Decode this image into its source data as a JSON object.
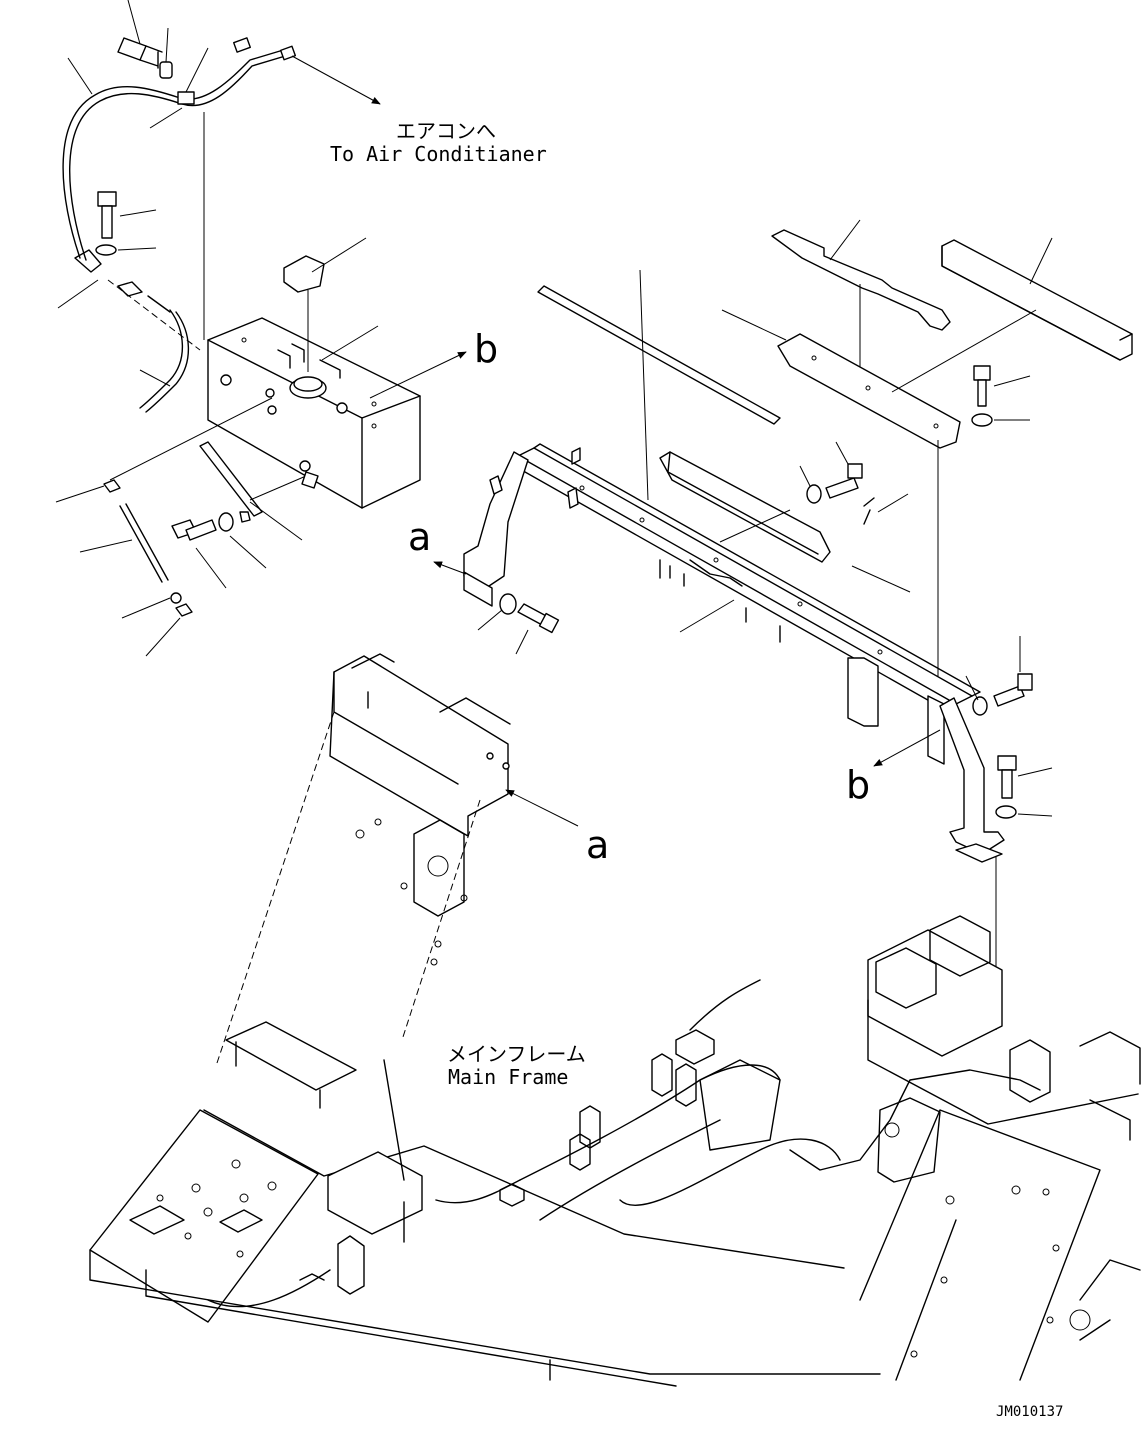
{
  "labels": {
    "air_conditioner_jp": "エアコンへ",
    "air_conditioner_en": "To Air Conditianer",
    "main_frame_jp": "メインフレーム",
    "main_frame_en": "Main Frame",
    "ref_a_1": "a",
    "ref_a_2": "a",
    "ref_b_1": "b",
    "ref_b_2": "b",
    "drawing_code": "JM010137"
  }
}
